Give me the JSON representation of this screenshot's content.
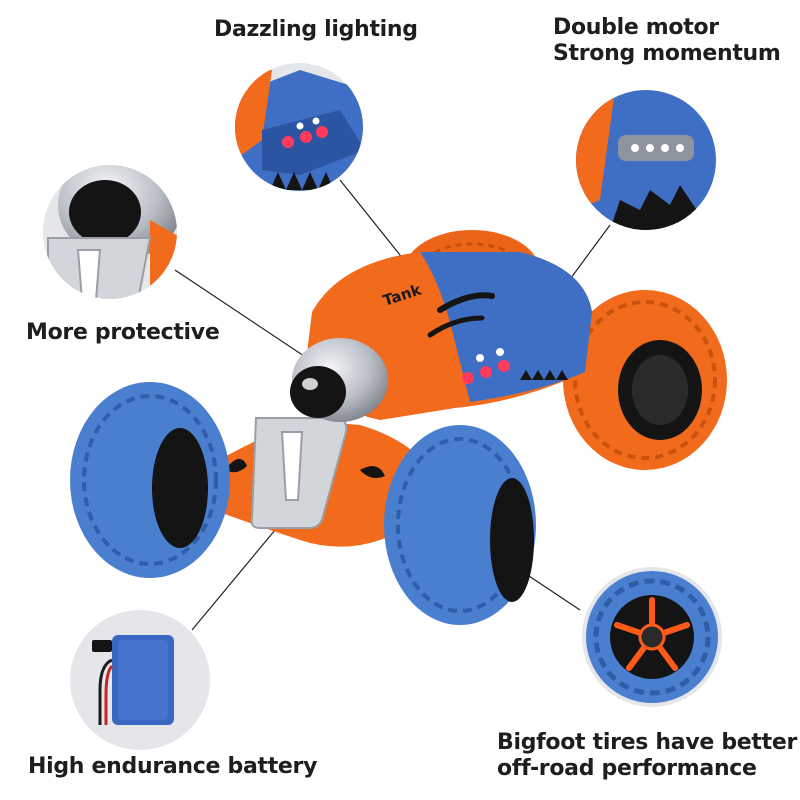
{
  "features": {
    "lighting": {
      "lines": [
        "Dazzling lighting"
      ]
    },
    "motor": {
      "lines": [
        "Double motor",
        "Strong momentum"
      ]
    },
    "protective": {
      "lines": [
        "More protective"
      ]
    },
    "battery": {
      "lines": [
        "High endurance battery"
      ]
    },
    "tires": {
      "lines": [
        "Bigfoot tires have better",
        "off-road performance"
      ]
    }
  },
  "car": {
    "decal_text": "Tank"
  },
  "colors": {
    "orange": "#f26a1b",
    "blue": "#3f6fc4",
    "tire_blue": "#4a7fd0",
    "silver": "#c9ccd2",
    "black": "#151515",
    "led": "#ff3a5c"
  }
}
